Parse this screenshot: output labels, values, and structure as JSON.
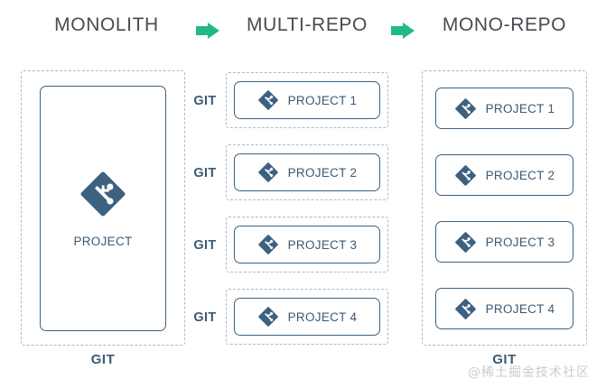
{
  "diagram": {
    "title_flow": [
      "MONOLITH",
      "MULTI-REPO",
      "MONO-REPO"
    ],
    "arrow_glyph": "arrow-right"
  },
  "headers": {
    "monolith": "MONOLITH",
    "multirepo": "MULTI-REPO",
    "monorepo": "MONO-REPO"
  },
  "monolith": {
    "card_label": "PROJECT",
    "git_caption": "GIT"
  },
  "multirepo": {
    "items": [
      {
        "git_label": "GIT",
        "card_label": "PROJECT 1"
      },
      {
        "git_label": "GIT",
        "card_label": "PROJECT 2"
      },
      {
        "git_label": "GIT",
        "card_label": "PROJECT 3"
      },
      {
        "git_label": "GIT",
        "card_label": "PROJECT 4"
      }
    ]
  },
  "monorepo": {
    "items": [
      {
        "card_label": "PROJECT 1"
      },
      {
        "card_label": "PROJECT 2"
      },
      {
        "card_label": "PROJECT 3"
      },
      {
        "card_label": "PROJECT 4"
      }
    ],
    "git_caption": "GIT"
  },
  "watermark": {
    "text": "@稀土掘金技术社区"
  },
  "colors": {
    "arrow_green": "#21b98a",
    "git_logo_blue": "#3d6180",
    "card_border": "#3d6180",
    "label_blue": "#3d5a73",
    "header_gray": "#4a4a52",
    "dashed_gray": "#b8b8bd",
    "watermark_gray": "#c9ccd1"
  },
  "icons": {
    "git_logo": "git-logo-icon"
  }
}
